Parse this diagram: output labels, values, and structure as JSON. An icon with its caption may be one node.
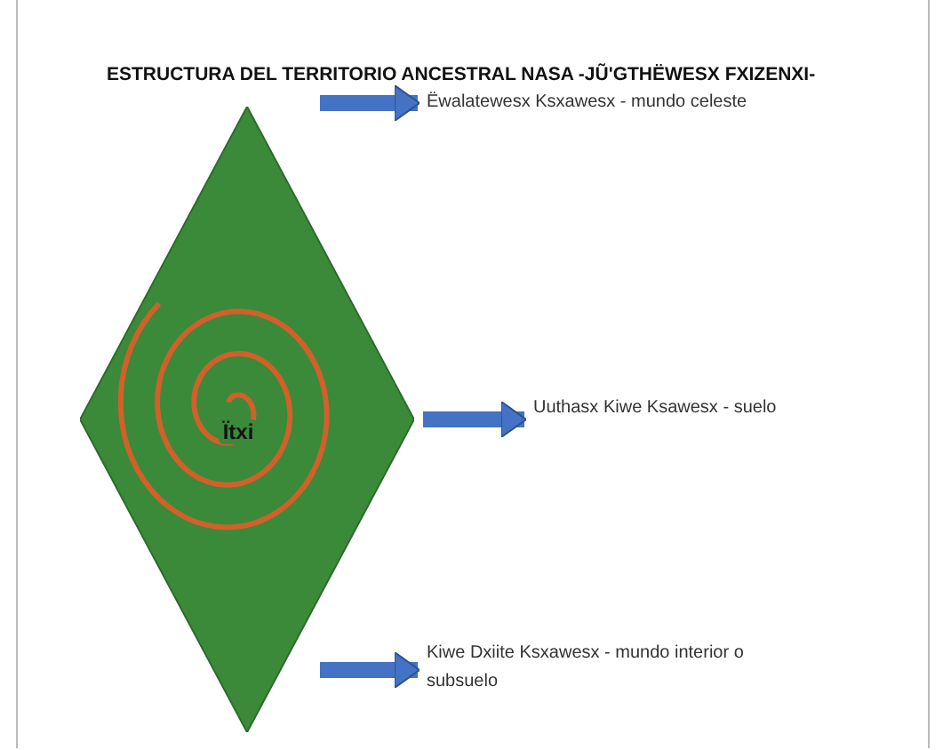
{
  "diagram": {
    "title": "ESTRUCTURA DEL TERRITORIO ANCESTRAL NASA -JŨ'GTHËWESX FXIZENXI-",
    "nodes": [
      {
        "text": [
          "Ïtxi"
        ]
      },
      {
        "text": [
          "Ëwalatewesx Ksxawesx - mundo celeste"
        ]
      },
      {
        "text": [
          "Uuthasx Kiwe Ksawesx - suelo"
        ]
      },
      {
        "text": [
          "Kiwe Dxiite Ksxawesx - mundo interior o subsuelo"
        ]
      }
    ],
    "edges": [
      {
        "from": null,
        "to": 1,
        "arrow": "to"
      },
      {
        "from": 0,
        "to": 2,
        "arrow": "to"
      },
      {
        "from": null,
        "to": 3,
        "arrow": "to"
      }
    ]
  }
}
